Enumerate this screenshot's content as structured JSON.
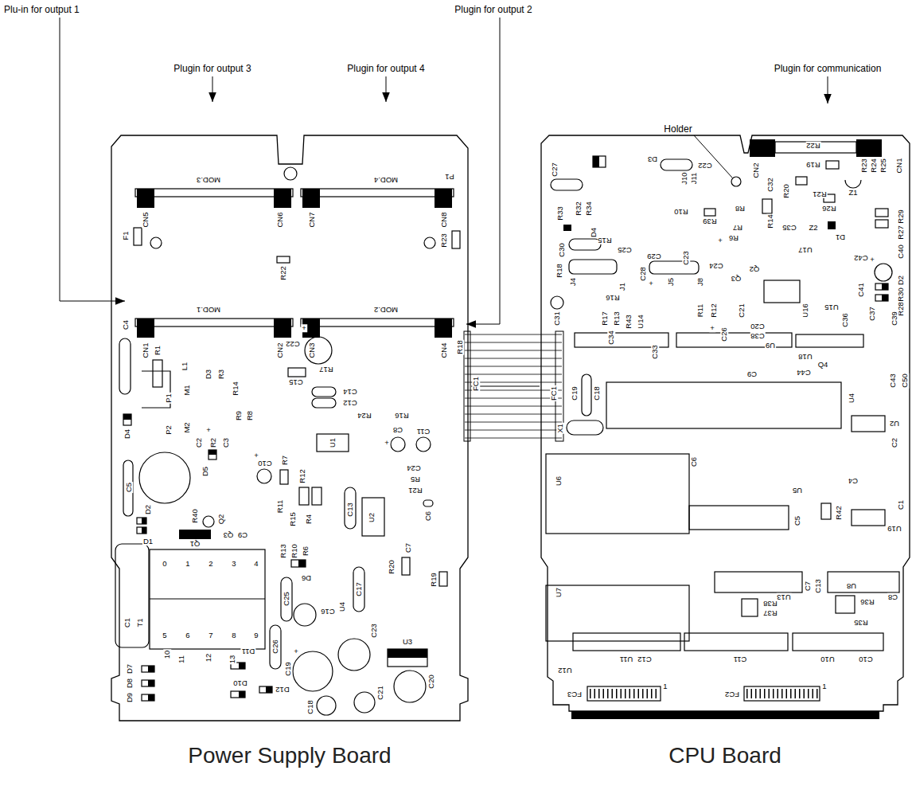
{
  "diagram": {
    "nodes": [
      {
        "text": [
          "Power Supply Board"
        ]
      },
      {
        "text": [
          "CPU Board"
        ]
      }
    ],
    "edges": [
      {
        "from": 0,
        "to": 1,
        "arrow": "none"
      }
    ],
    "labels": [
      "Plu-in for output 1",
      "Plugin for output 2",
      "Plugin for output 3",
      "Plugin for output 4",
      "Plugin for communication",
      "Holder",
      "MOD.3",
      "MOD.4",
      "P1",
      "CN5",
      "CN6",
      "CN7",
      "CN8",
      "F1",
      "R23",
      "R22",
      "MOD.1",
      "MOD.2",
      "CN1",
      "CN2",
      "CN3",
      "CN4",
      "C4",
      "R1",
      "L1",
      "R18",
      "C22",
      "R17",
      "C15",
      "C14",
      "C12",
      "R24",
      "R16",
      "D3",
      "R3",
      "R14",
      "P1",
      "M1",
      "P2",
      "M2",
      "R9",
      "R8",
      "D4",
      "C2",
      "R2",
      "C3",
      "D5",
      "C10",
      "R7",
      "U1",
      "C8",
      "C11",
      "C24",
      "R5",
      "R21",
      "C5",
      "D2",
      "R40",
      "Q2",
      "Q3",
      "C9",
      "R11",
      "R15",
      "R4",
      "R12",
      "C13",
      "U2",
      "C6",
      "D1",
      "Q1",
      "R13",
      "R10",
      "R6",
      "C7",
      "D6",
      "R20",
      "R19",
      "C17",
      "0",
      "1",
      "2",
      "3",
      "4",
      "C1",
      "T1",
      "5",
      "6",
      "7",
      "8",
      "9",
      "C25",
      "C16",
      "U4",
      "C26",
      "C19",
      "C23",
      "U3",
      "10",
      "11",
      "12",
      "13",
      "D11",
      "D7",
      "D8",
      "D9",
      "D10",
      "D12",
      "C18",
      "C21",
      "C20",
      "FC1",
      "+",
      "+",
      "+",
      "+",
      "+",
      "CN2",
      "R22",
      "R19",
      "R23",
      "R24",
      "R25",
      "CN1",
      "C32",
      "R20",
      "R21",
      "Z1",
      "C27",
      "D3",
      "C22",
      "J10",
      "J11",
      "R33",
      "R32",
      "R34",
      "D4",
      "R15",
      "R10",
      "R39",
      "R8",
      "R14",
      "R26",
      "R29",
      "R27",
      "C40",
      "Z2",
      "D1",
      "C35",
      "R7",
      "R6",
      "C30",
      "C25",
      "C29",
      "C23",
      "C24",
      "Q3",
      "Q2",
      "U17",
      "C42",
      "D2",
      "R30",
      "R28",
      "R18",
      "J4",
      "J1",
      "C28",
      "J5",
      "J8",
      "R16",
      "C41",
      "C36",
      "U15",
      "U16",
      "R11",
      "R12",
      "C21",
      "R17",
      "R13",
      "R43",
      "U14",
      "C26",
      "C20",
      "C38",
      "U9",
      "C34",
      "C31",
      "C37",
      "C39",
      "C33",
      "U18",
      "C9",
      "C44",
      "Q4",
      "C43",
      "C50",
      "C19",
      "C18",
      "FC1",
      "U4",
      "U2",
      "X1",
      "C2",
      "C6",
      "U6",
      "C4",
      "U5",
      "R42",
      "C5",
      "C1",
      "U19",
      "U7",
      "C7",
      "U13",
      "C13",
      "U8",
      "C8",
      "R38",
      "R37",
      "R36",
      "R35",
      "U12",
      "U11",
      "C12",
      "C11",
      "U10",
      "C10",
      "FC3",
      "1",
      "FC2",
      "1",
      "+",
      "+",
      "+",
      "+"
    ]
  }
}
